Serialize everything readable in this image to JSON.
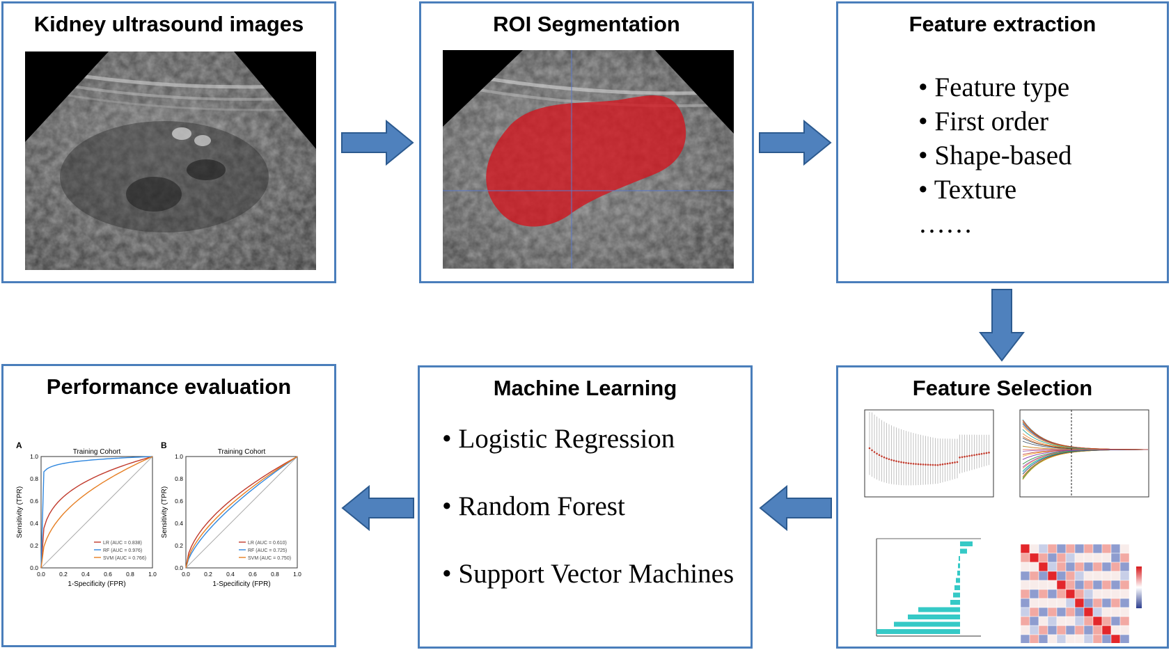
{
  "boxes": {
    "kidney": {
      "title": "Kidney ultrasound images"
    },
    "roi": {
      "title": "ROI Segmentation"
    },
    "feature_extraction": {
      "title": "Feature extraction",
      "items": [
        "• Feature type",
        "• First order",
        "• Shape-based",
        "• Texture"
      ],
      "ellipsis": "……"
    },
    "feature_selection": {
      "title": "Feature Selection"
    },
    "machine_learning": {
      "title": "Machine Learning",
      "items": [
        "• Logistic Regression",
        "• Random Forest",
        "• Support Vector Machines"
      ]
    },
    "performance": {
      "title": "Performance evaluation"
    }
  },
  "roc": {
    "panels": [
      {
        "letter": "A",
        "title": "Training Cohort",
        "xlabel": "1-Specificity (FPR)",
        "ylabel": "Sensitivity (TPR)",
        "ticks": [
          "0.0",
          "0.2",
          "0.4",
          "0.6",
          "0.8",
          "1.0"
        ],
        "legend": [
          "LR (AUC = 0.838)",
          "RF (AUC = 0.976)",
          "SVM (AUC = 0.766)"
        ]
      },
      {
        "letter": "B",
        "title": "Training Cohort",
        "xlabel": "1-Specificity (FPR)",
        "ylabel": "Sensitivity (TPR)",
        "ticks": [
          "0.0",
          "0.2",
          "0.4",
          "0.6",
          "0.8",
          "1.0"
        ],
        "legend": [
          "LR (AUC = 0.610)",
          "RF (AUC = 0.725)",
          "SVM (AUC = 0.750)"
        ]
      }
    ],
    "colors": {
      "LR": "#c0392b",
      "RF": "#2e86de",
      "SVM": "#e67e22",
      "diag": "#aaaaaa"
    }
  },
  "colors": {
    "border": "#4a7ebb",
    "arrow_fill": "#4f81bd",
    "arrow_stroke": "#2c5a8f",
    "roi": "#d4141e",
    "bar": "#35c9c6"
  }
}
